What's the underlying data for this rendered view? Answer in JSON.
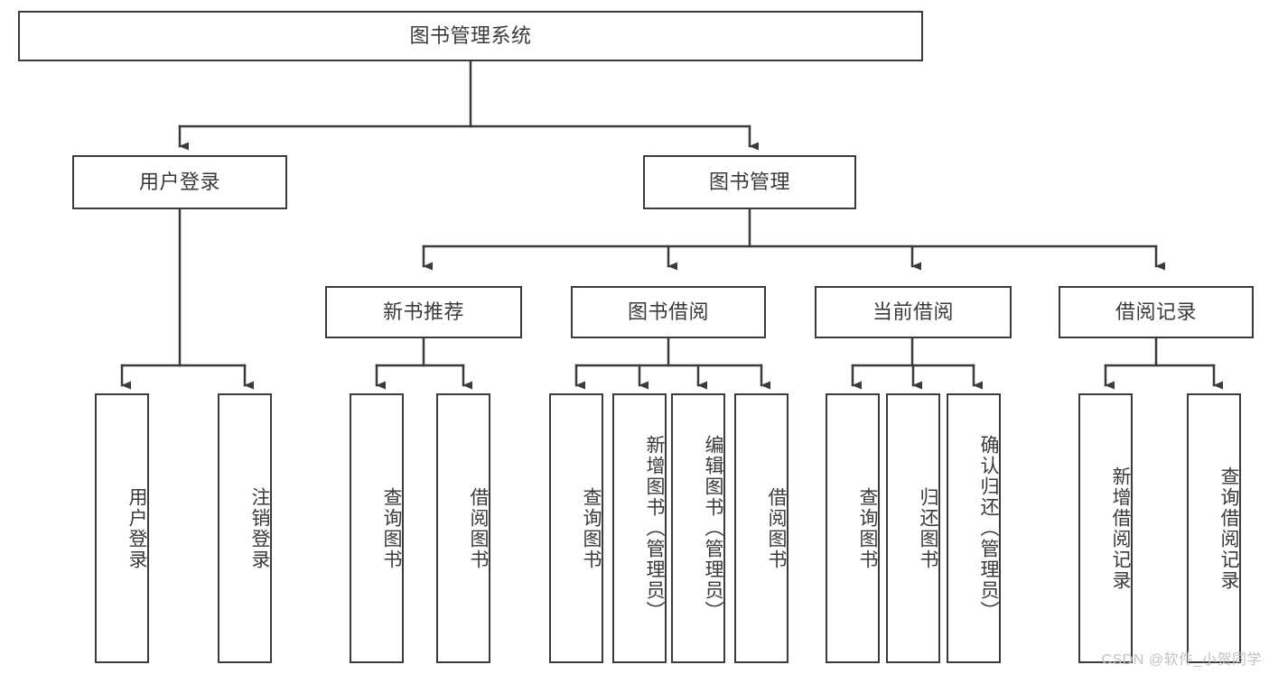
{
  "diagram": {
    "title": "图书管理系统",
    "type": "tree-hierarchy",
    "stroke_color": "#3b3b3b",
    "text_color": "#3a3a3a",
    "background_color": "#ffffff",
    "levels": 4,
    "root": {
      "label": "图书管理系统",
      "orientation": "horizontal"
    },
    "level2": [
      {
        "label": "用户登录",
        "orientation": "horizontal"
      },
      {
        "label": "图书管理",
        "orientation": "horizontal"
      }
    ],
    "level3": [
      {
        "label": "新书推荐",
        "orientation": "horizontal",
        "parent": "图书管理"
      },
      {
        "label": "图书借阅",
        "orientation": "horizontal",
        "parent": "图书管理"
      },
      {
        "label": "当前借阅",
        "orientation": "horizontal",
        "parent": "图书管理"
      },
      {
        "label": "借阅记录",
        "orientation": "horizontal",
        "parent": "图书管理"
      }
    ],
    "leaves": {
      "user_login": [
        {
          "label": "用户登录",
          "orientation": "vertical"
        },
        {
          "label": "注销登录",
          "orientation": "vertical"
        }
      ],
      "new_book_recommend": [
        {
          "label": "查询图书",
          "orientation": "vertical"
        },
        {
          "label": "借阅图书",
          "orientation": "vertical"
        }
      ],
      "book_borrow": [
        {
          "label": "查询图书",
          "orientation": "vertical"
        },
        {
          "label": "新增图书（管理员）",
          "orientation": "vertical"
        },
        {
          "label": "编辑图书（管理员）",
          "orientation": "vertical"
        },
        {
          "label": "借阅图书",
          "orientation": "vertical"
        }
      ],
      "current_borrow": [
        {
          "label": "查询图书",
          "orientation": "vertical"
        },
        {
          "label": "归还图书",
          "orientation": "vertical"
        },
        {
          "label": "确认归还（管理员）",
          "orientation": "vertical"
        }
      ],
      "borrow_record": [
        {
          "label": "新增借阅记录",
          "orientation": "vertical"
        },
        {
          "label": "查询借阅记录",
          "orientation": "vertical"
        }
      ]
    }
  },
  "watermark": {
    "text": "CSDN @软件_小贺同学"
  }
}
